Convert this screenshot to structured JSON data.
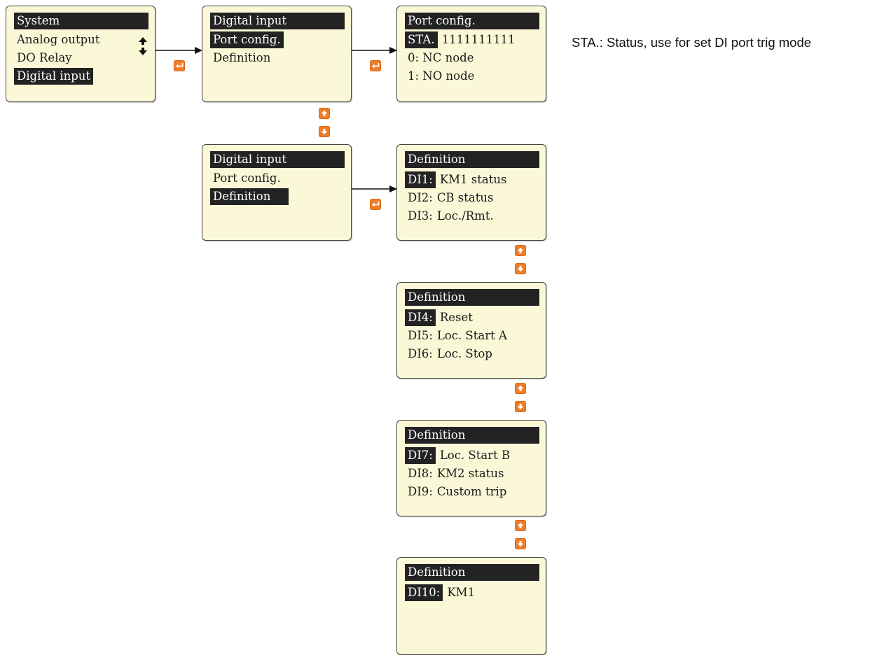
{
  "screens": {
    "main_menu": {
      "title": "System",
      "items": [
        "Analog output",
        "DO Relay",
        "Digital input"
      ]
    },
    "di_menu_port": {
      "title": "Digital input",
      "items": [
        "Port config.",
        "Definition"
      ]
    },
    "port_config": {
      "title": "Port config.",
      "sta_label": "STA.",
      "sta_value": "1111111111",
      "line_nc": "0: NC node",
      "line_no": "1: NO node"
    },
    "di_menu_def": {
      "title": "Digital input",
      "items": [
        "Port config.",
        "Definition"
      ]
    },
    "def_page1": {
      "title": "Definition",
      "rows": [
        {
          "label": "DI1:",
          "value": "KM1 status"
        },
        {
          "label": "DI2:",
          "value": "CB status"
        },
        {
          "label": "DI3:",
          "value": "Loc./Rmt."
        }
      ]
    },
    "def_page2": {
      "title": "Definition",
      "rows": [
        {
          "label": "DI4:",
          "value": "Reset"
        },
        {
          "label": "DI5:",
          "value": "Loc. Start A"
        },
        {
          "label": "DI6:",
          "value": "Loc. Stop"
        }
      ]
    },
    "def_page3": {
      "title": "Definition",
      "rows": [
        {
          "label": "DI7:",
          "value": "Loc. Start B"
        },
        {
          "label": "DI8:",
          "value": "KM2 status"
        },
        {
          "label": "DI9:",
          "value": "Custom trip"
        }
      ]
    },
    "def_page4": {
      "title": "Definition",
      "rows": [
        {
          "label": "DI10:",
          "value": "KM1"
        }
      ]
    }
  },
  "note": "STA.: Status, use for set DI port trig mode",
  "colors": {
    "screen_bg": "#fbf8d8",
    "highlight_bg": "#232323",
    "button_orange": "#ee7e2a"
  },
  "icons": [
    "enter-key-icon",
    "up-key-icon",
    "down-key-icon",
    "scroll-updown-icon",
    "flow-arrow"
  ]
}
